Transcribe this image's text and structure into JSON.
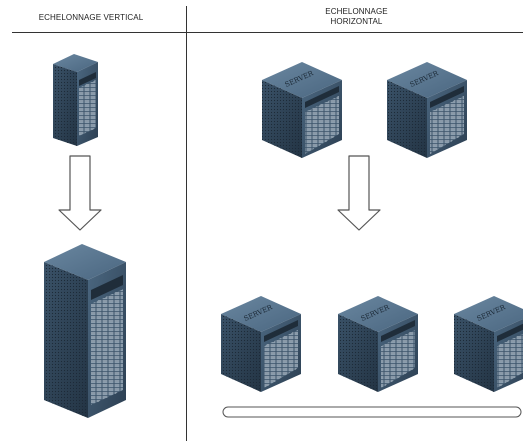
{
  "vertical_title": "ECHELONNAGE VERTICAL",
  "horizontal_title": "ECHELONNAGE\nHORIZONTAL",
  "server_label": "SERVER",
  "colors": {
    "server_dark": "#2f4356",
    "server_mid": "#3f5a72",
    "server_light": "#5c7890",
    "line": "#333333",
    "arrow_stroke": "#555555"
  }
}
